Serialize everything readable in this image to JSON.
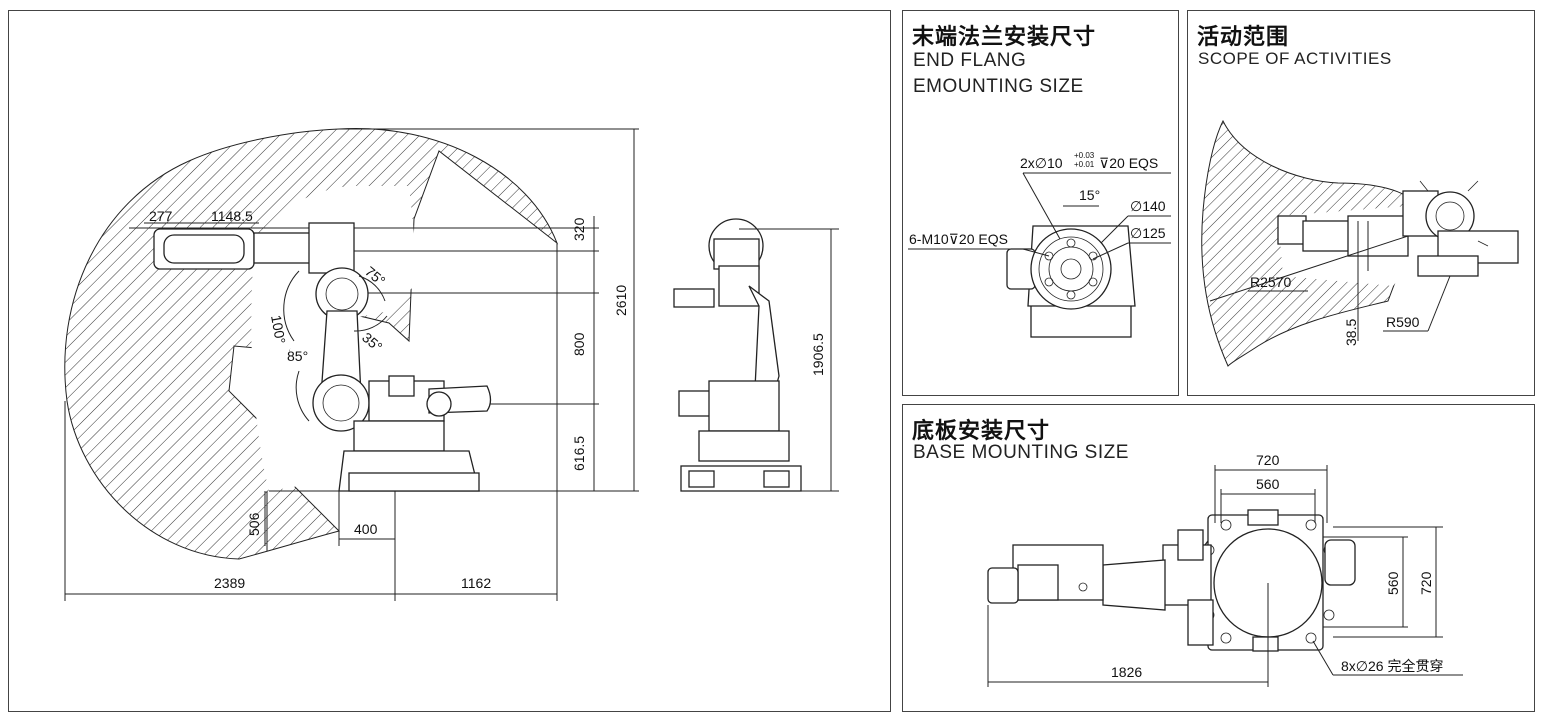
{
  "main_view": {
    "dims": {
      "d277": "277",
      "d1148": "1148.5",
      "d320": "320",
      "d800": "800",
      "d616": "616.5",
      "d2610": "2610",
      "d506": "506",
      "d400": "400",
      "d2389": "2389",
      "d1162": "1162"
    },
    "angles": {
      "a75": "75°",
      "a100": "100°",
      "a35": "35°",
      "a85": "85°"
    }
  },
  "side_view": {
    "dims": {
      "d1906": "1906.5"
    }
  },
  "flange_panel": {
    "title_cn": "末端法兰安装尺寸",
    "title_en_line1": "END FLANG",
    "title_en_line2": "EMOUNTING SIZE",
    "labels": {
      "holes_prefix": "2x∅10",
      "tol_upper": "+0.03",
      "tol_lower": "+0.01",
      "holes_suffix": "⊽20 EQS",
      "angle15": "15°",
      "dia140": "∅140",
      "dia125": "∅125",
      "m10": "6-M10⊽20 EQS"
    }
  },
  "scope_panel": {
    "title_cn": "活动范围",
    "title_en": "SCOPE OF ACTIVITIES",
    "labels": {
      "r2570": "R2570",
      "d385": "38.5",
      "r590": "R590"
    }
  },
  "base_panel": {
    "title_cn": "底板安装尺寸",
    "title_en": "BASE MOUNTING SIZE",
    "labels": {
      "d720_top": "720",
      "d560_top": "560",
      "d560_right": "560",
      "d720_right": "720",
      "d1826": "1826",
      "holes": "8x∅26 完全贯穿"
    }
  }
}
